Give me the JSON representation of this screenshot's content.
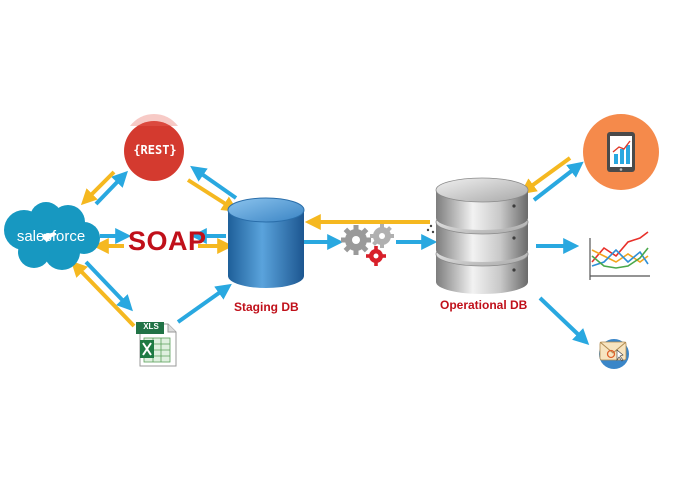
{
  "sources": {
    "salesforce": {
      "label": "salesforce",
      "icon": "salesforce-cloud-icon"
    },
    "rest": {
      "label": "{REST}",
      "icon": "rest-api-icon"
    },
    "soap": {
      "label": "SOAP"
    },
    "xls": {
      "label": "XLS",
      "icon": "excel-file-icon"
    }
  },
  "staging_db": {
    "label": "Staging DB",
    "icon": "database-cylinder-icon"
  },
  "etl": {
    "icon": "gears-icon"
  },
  "operational_db": {
    "label": "Operational DB",
    "icon": "database-stack-icon"
  },
  "outputs": [
    {
      "icon": "tablet-chart-icon"
    },
    {
      "icon": "line-chart-icon"
    },
    {
      "icon": "email-icon"
    }
  ],
  "colors": {
    "arrow_blue": "#29a8e0",
    "arrow_yellow": "#f5b820",
    "label_red": "#c0101a",
    "salesforce_blue": "#1798c1",
    "rest_red": "#d43a2f",
    "tablet_orange": "#f58a4b"
  }
}
